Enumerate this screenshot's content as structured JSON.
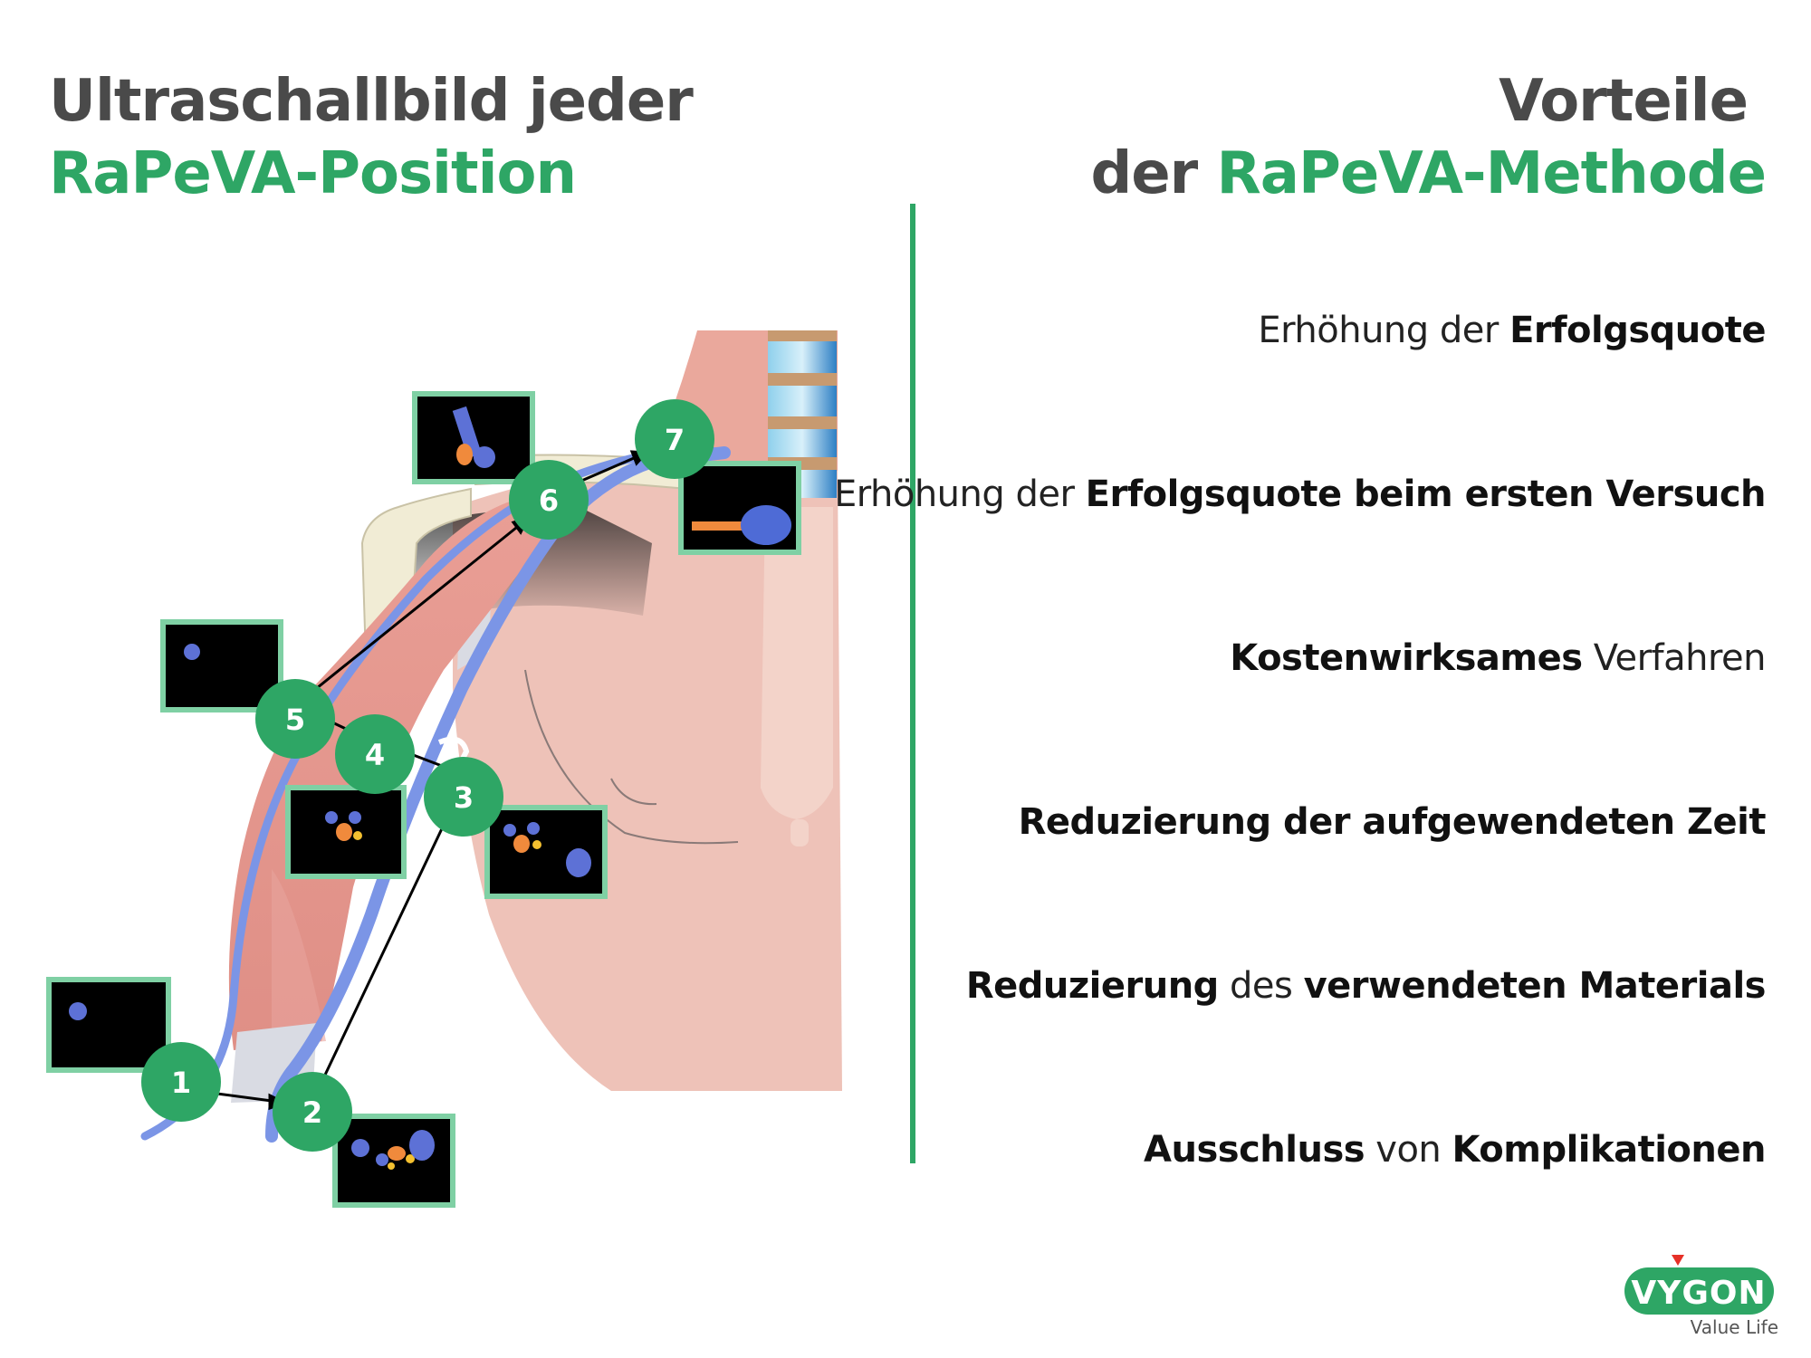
{
  "title_left": {
    "line1": "Ultraschallbild jeder",
    "line2": "RaPeVA-Position"
  },
  "title_right": {
    "line1": "Vorteile",
    "line2_prefix": "der ",
    "line2_highlight": "RaPeVA-Methode"
  },
  "benefits": [
    [
      {
        "text": "Erhöhung der ",
        "bold": false
      },
      {
        "text": "Erfolgsquote",
        "bold": true
      }
    ],
    [
      {
        "text": "Erhöhung der ",
        "bold": false
      },
      {
        "text": "Erfolgsquote beim ersten Versuch",
        "bold": true
      }
    ],
    [
      {
        "text": "Kostenwirksames",
        "bold": true
      },
      {
        "text": " Verfahren",
        "bold": false
      }
    ],
    [
      {
        "text": "Reduzierung der aufgewendeten Zeit",
        "bold": true
      }
    ],
    [
      {
        "text": "Reduzierung",
        "bold": true
      },
      {
        "text": " des ",
        "bold": false
      },
      {
        "text": "verwendeten Materials",
        "bold": true
      }
    ],
    [
      {
        "text": "Ausschluss",
        "bold": true
      },
      {
        "text": " von ",
        "bold": false
      },
      {
        "text": "Komplikationen",
        "bold": true
      }
    ]
  ],
  "positions": [
    {
      "label": "1"
    },
    {
      "label": "2"
    },
    {
      "label": "3"
    },
    {
      "label": "4"
    },
    {
      "label": "5"
    },
    {
      "label": "6"
    },
    {
      "label": "7"
    }
  ],
  "logo": {
    "brand": "VYGON",
    "tagline": "Value Life"
  },
  "colors": {
    "green": "#2ea665",
    "title_gray": "#4a4a4a",
    "vein_blue": "#7b95e6",
    "skin": "#eec2b8",
    "muscle": "#e59c93",
    "ultrasound_bg": "#000000",
    "frame_green": "#7fd0a4"
  }
}
